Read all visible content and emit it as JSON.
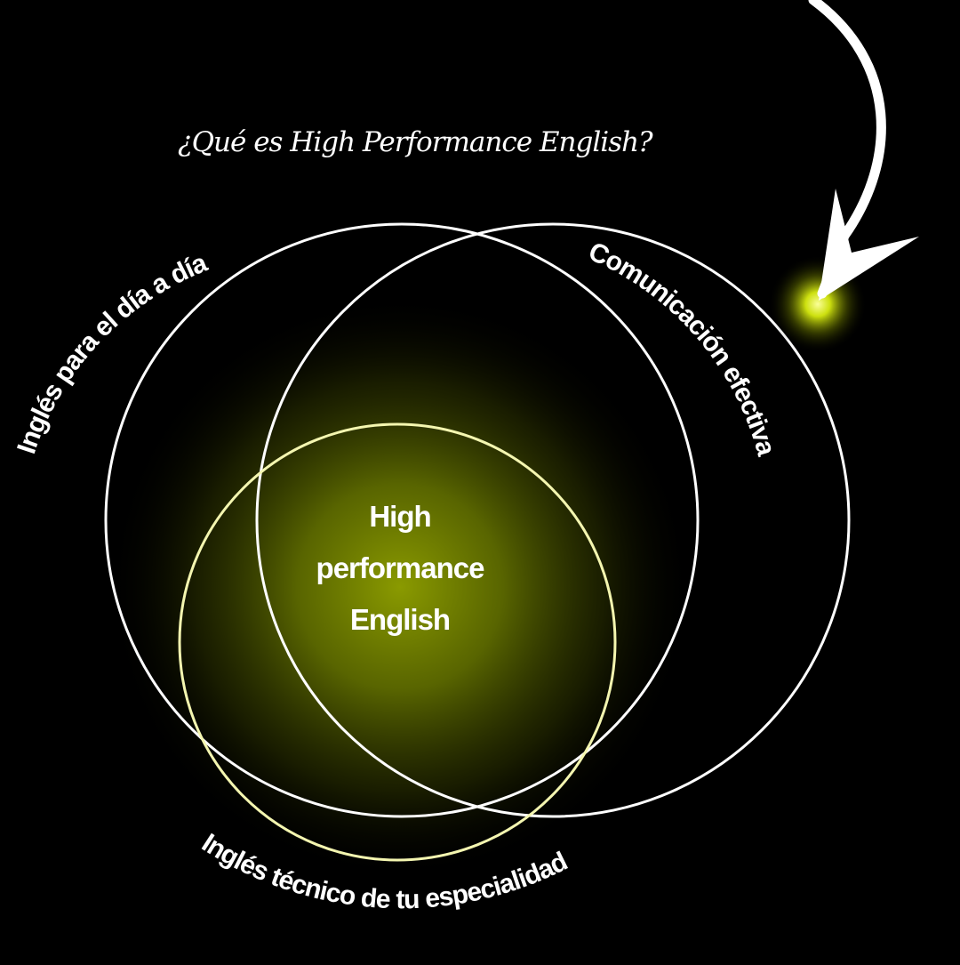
{
  "title": "¿Qué es High Performance English?",
  "center": {
    "line1": "High",
    "line2": "performance",
    "line3": "English"
  },
  "circles": [
    {
      "label": "Inglés para el día a día"
    },
    {
      "label": "Comunicación efectiva"
    },
    {
      "label": "Inglés técnico de tu especialidad"
    }
  ],
  "colors": {
    "background": "#000000",
    "accent": "#c8e010",
    "glow": "#8a9a00",
    "stroke": "#ffffff",
    "inner_stroke": "#f4f6b0"
  },
  "icons": {
    "arrow": "curved-arrow-icon",
    "glow_dot": "glow-dot-icon"
  }
}
